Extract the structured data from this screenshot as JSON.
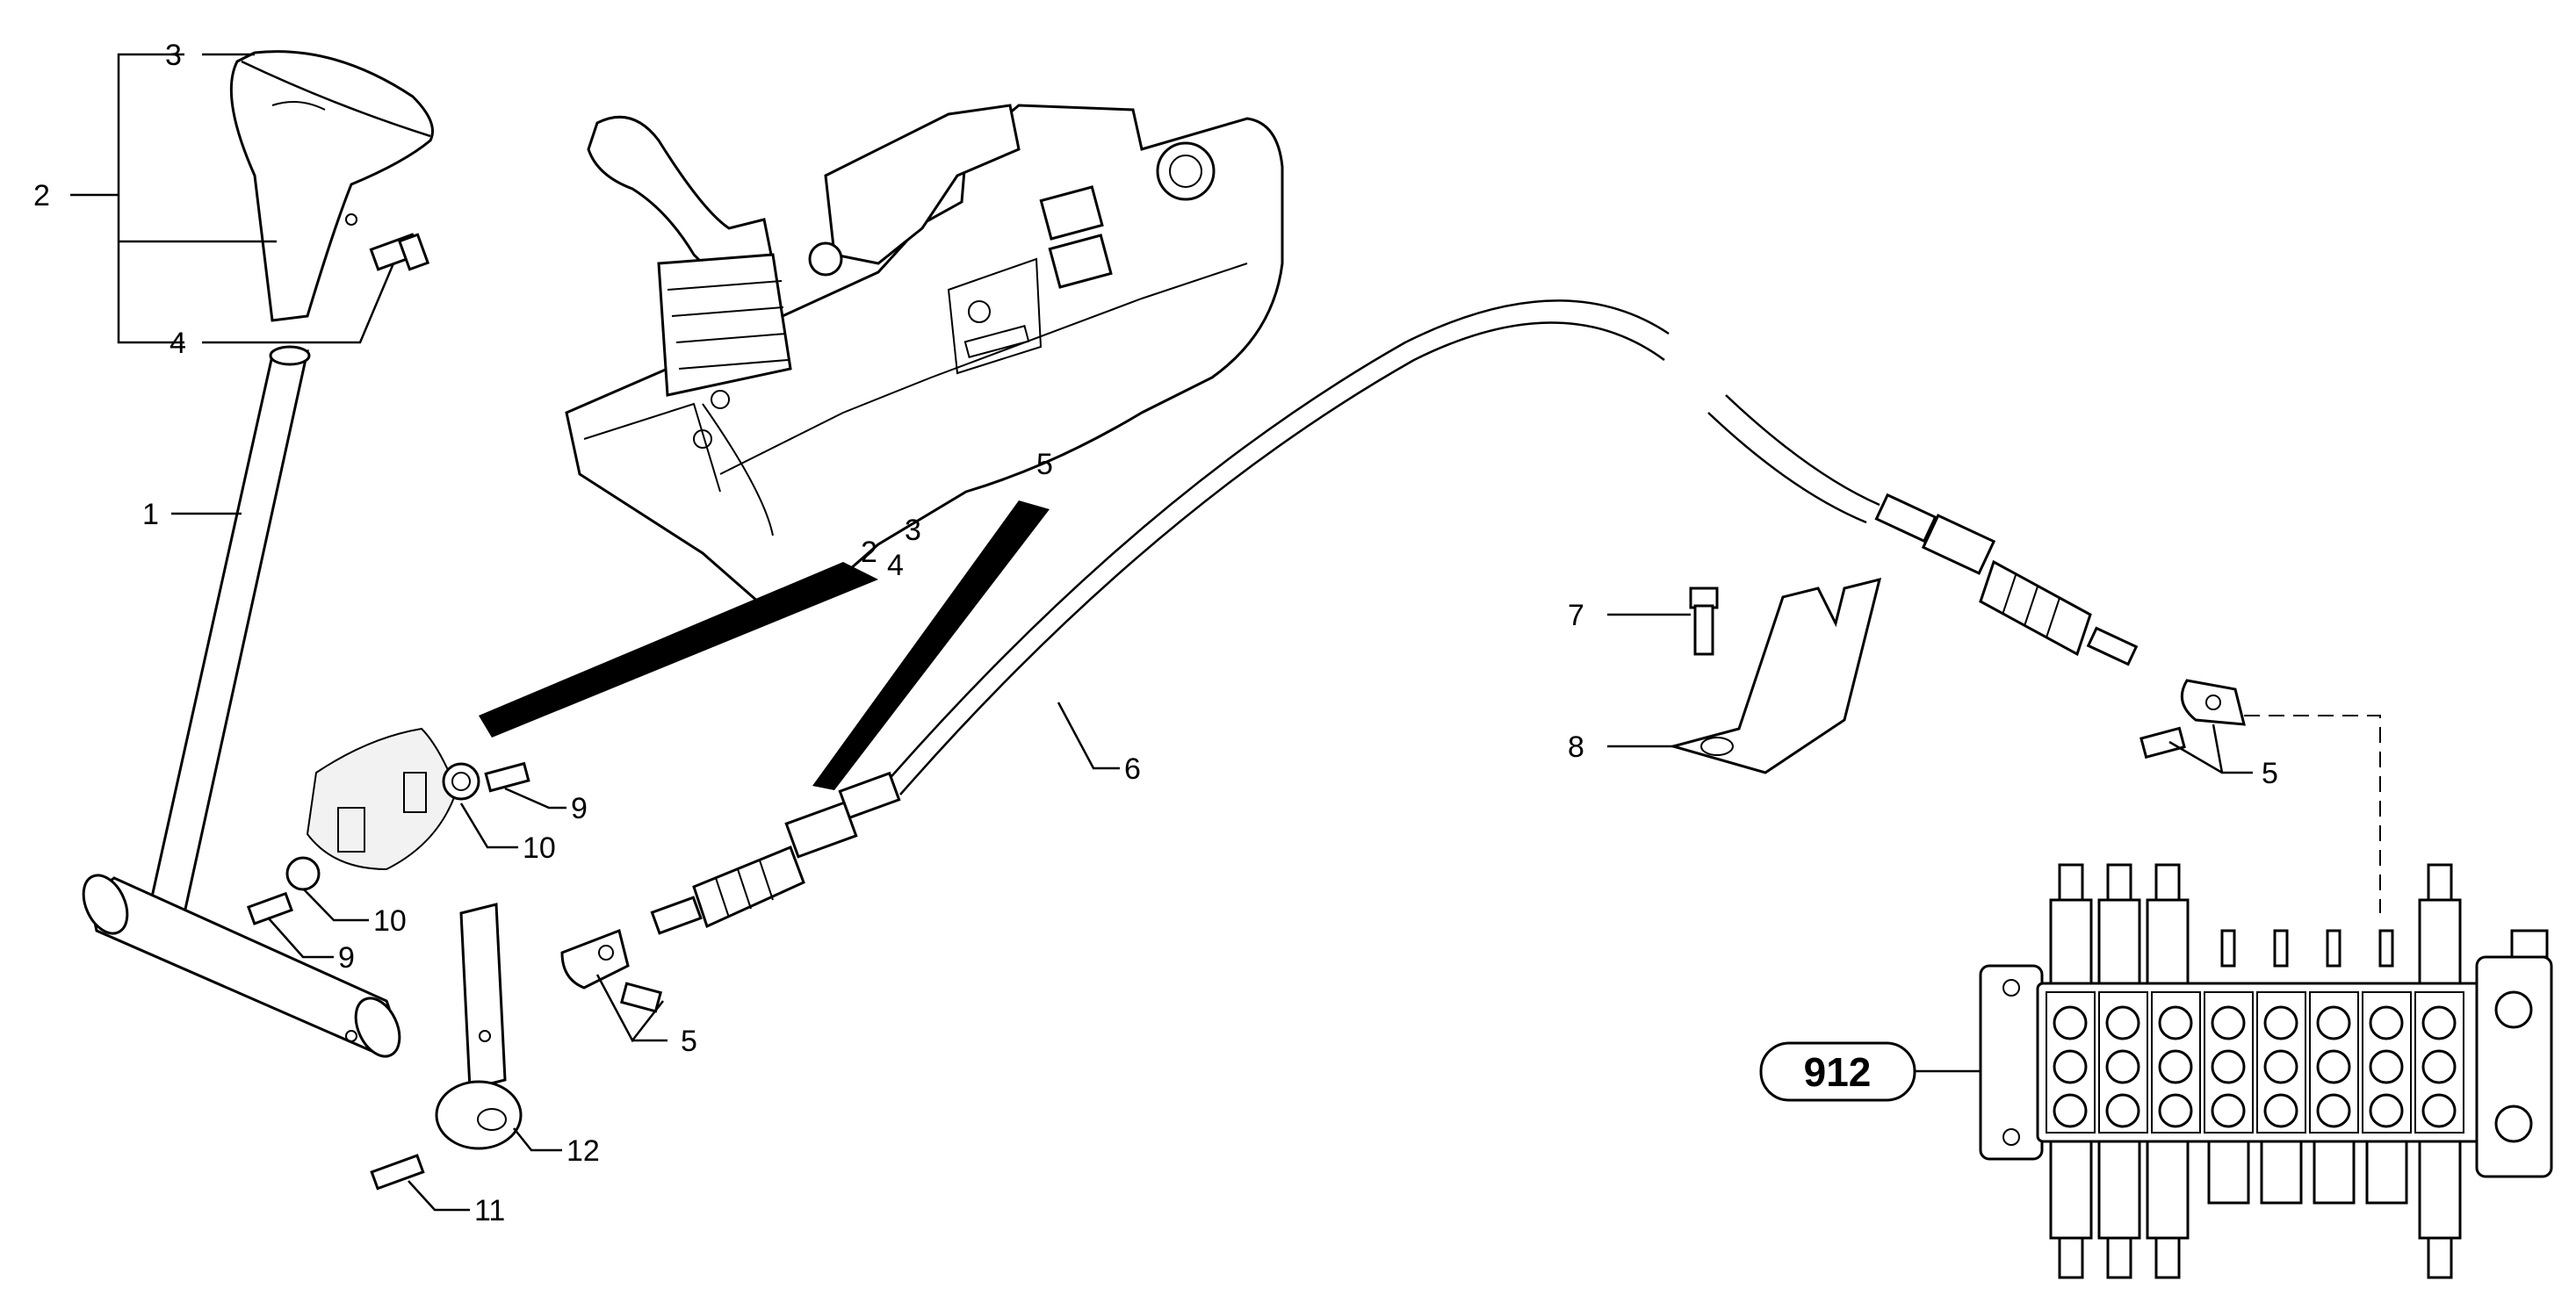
{
  "callouts": {
    "p1": "1",
    "p2": "2",
    "p3": "3",
    "p4": "4",
    "p5a": "5",
    "p5b": "5",
    "p6": "6",
    "p7": "7",
    "p8": "8",
    "p9a": "9",
    "p9b": "9",
    "p10a": "10",
    "p10b": "10",
    "p11": "11",
    "p12": "12"
  },
  "reference": {
    "ref": "912"
  },
  "console_decals": {
    "d2": "2",
    "d3": "3",
    "d4": "4",
    "d5": "5"
  }
}
